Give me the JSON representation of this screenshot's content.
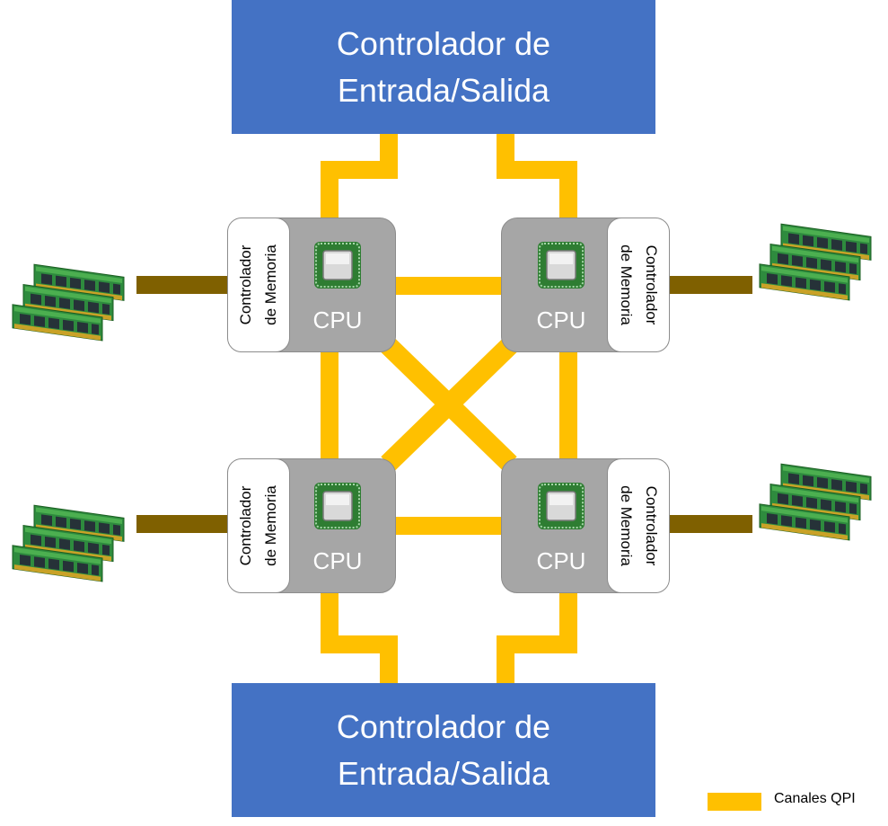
{
  "io_controllers": {
    "top": {
      "line1": "Controlador de",
      "line2": "Entrada/Salida"
    },
    "bottom": {
      "line1": "Controlador de",
      "line2": "Entrada/Salida"
    }
  },
  "cpus": [
    {
      "label": "CPU",
      "mem_line1": "Controlador",
      "mem_line2": "de Memoria"
    },
    {
      "label": "CPU",
      "mem_line1": "Controlador",
      "mem_line2": "de Memoria"
    },
    {
      "label": "CPU",
      "mem_line1": "Controlador",
      "mem_line2": "de Memoria"
    },
    {
      "label": "CPU",
      "mem_line1": "Controlador",
      "mem_line2": "de Memoria"
    }
  ],
  "legend": {
    "label": "Canales QPI"
  },
  "colors": {
    "io_controller": "#4472C4",
    "qpi_channel": "#FFC000",
    "memory_bus": "#7F6000",
    "cpu_body": "#A6A6A6",
    "ram_pcb": "#2E8B3E",
    "chip_substrate": "#2E7D32"
  },
  "icons": {
    "chip": "cpu-chip-icon",
    "ram": "ram-module-icon"
  }
}
